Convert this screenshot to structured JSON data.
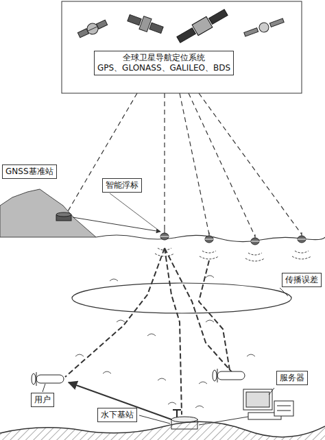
{
  "diagram": {
    "nodes": [
      {
        "text": [
          "全球卫星导航定位系统",
          "GPS、GLONASS、GALILEO、BDS"
        ]
      },
      {
        "text": [
          "GNSS基准站"
        ]
      },
      {
        "text": [
          "智能浮标"
        ]
      },
      {
        "text": [
          "传播误差"
        ]
      },
      {
        "text": [
          "服务器"
        ]
      },
      {
        "text": [
          "用户"
        ]
      },
      {
        "text": [
          "水下基站"
        ]
      }
    ]
  }
}
